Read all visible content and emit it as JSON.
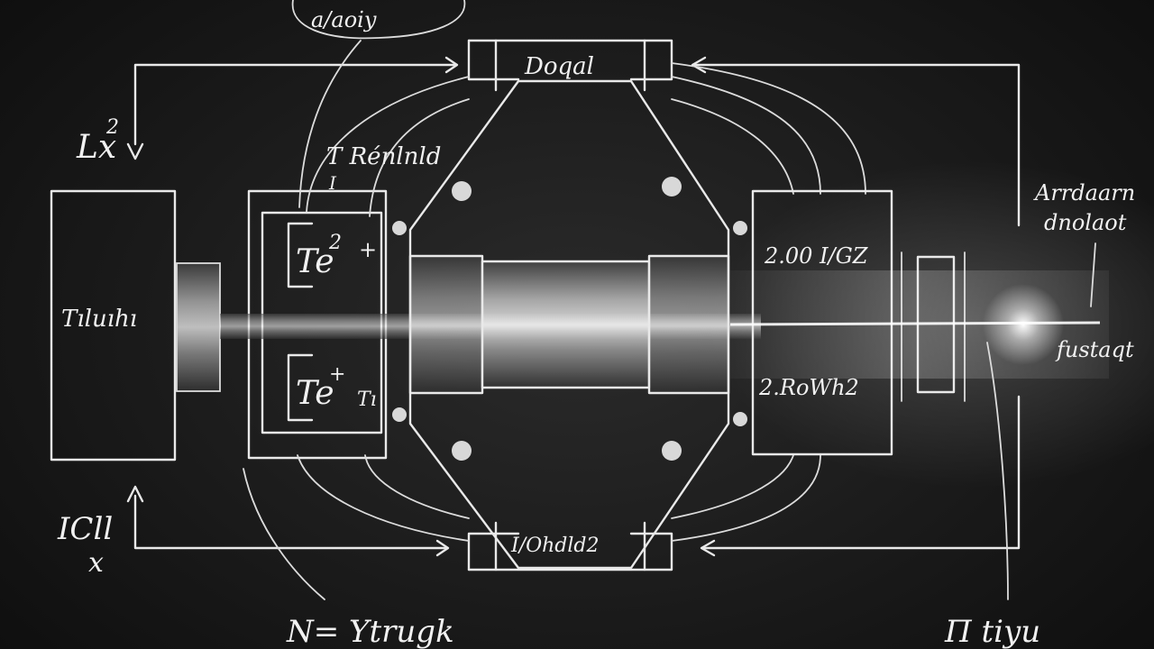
{
  "labels": {
    "top_note": "a/aoiy",
    "top_chamber": "Doqal",
    "left_symbol": "Lx",
    "left_symbol_sup": "2",
    "left_box": "Tıluıhı",
    "middle_title": "T Rénlnld",
    "middle_sub": "I",
    "upper_coil": "Te",
    "upper_coil_sup": "2",
    "upper_mark": "+",
    "lower_coil": "Te",
    "lower_coil_sup": "+",
    "lower_mark": "Tı",
    "right_upper": "2.00 I/GZ",
    "right_lower": "2.RoWh2",
    "bottom_chamber": "I/Ohdld2",
    "far_right_top_1": "Arrdaarn",
    "far_right_top_2": "dnolaot",
    "far_right_mid": "fustaqt",
    "bottom_left_1": "ICll",
    "bottom_left_2": "x",
    "bottom_center": "N= Ytrugk",
    "bottom_right": "Π tiyu"
  }
}
